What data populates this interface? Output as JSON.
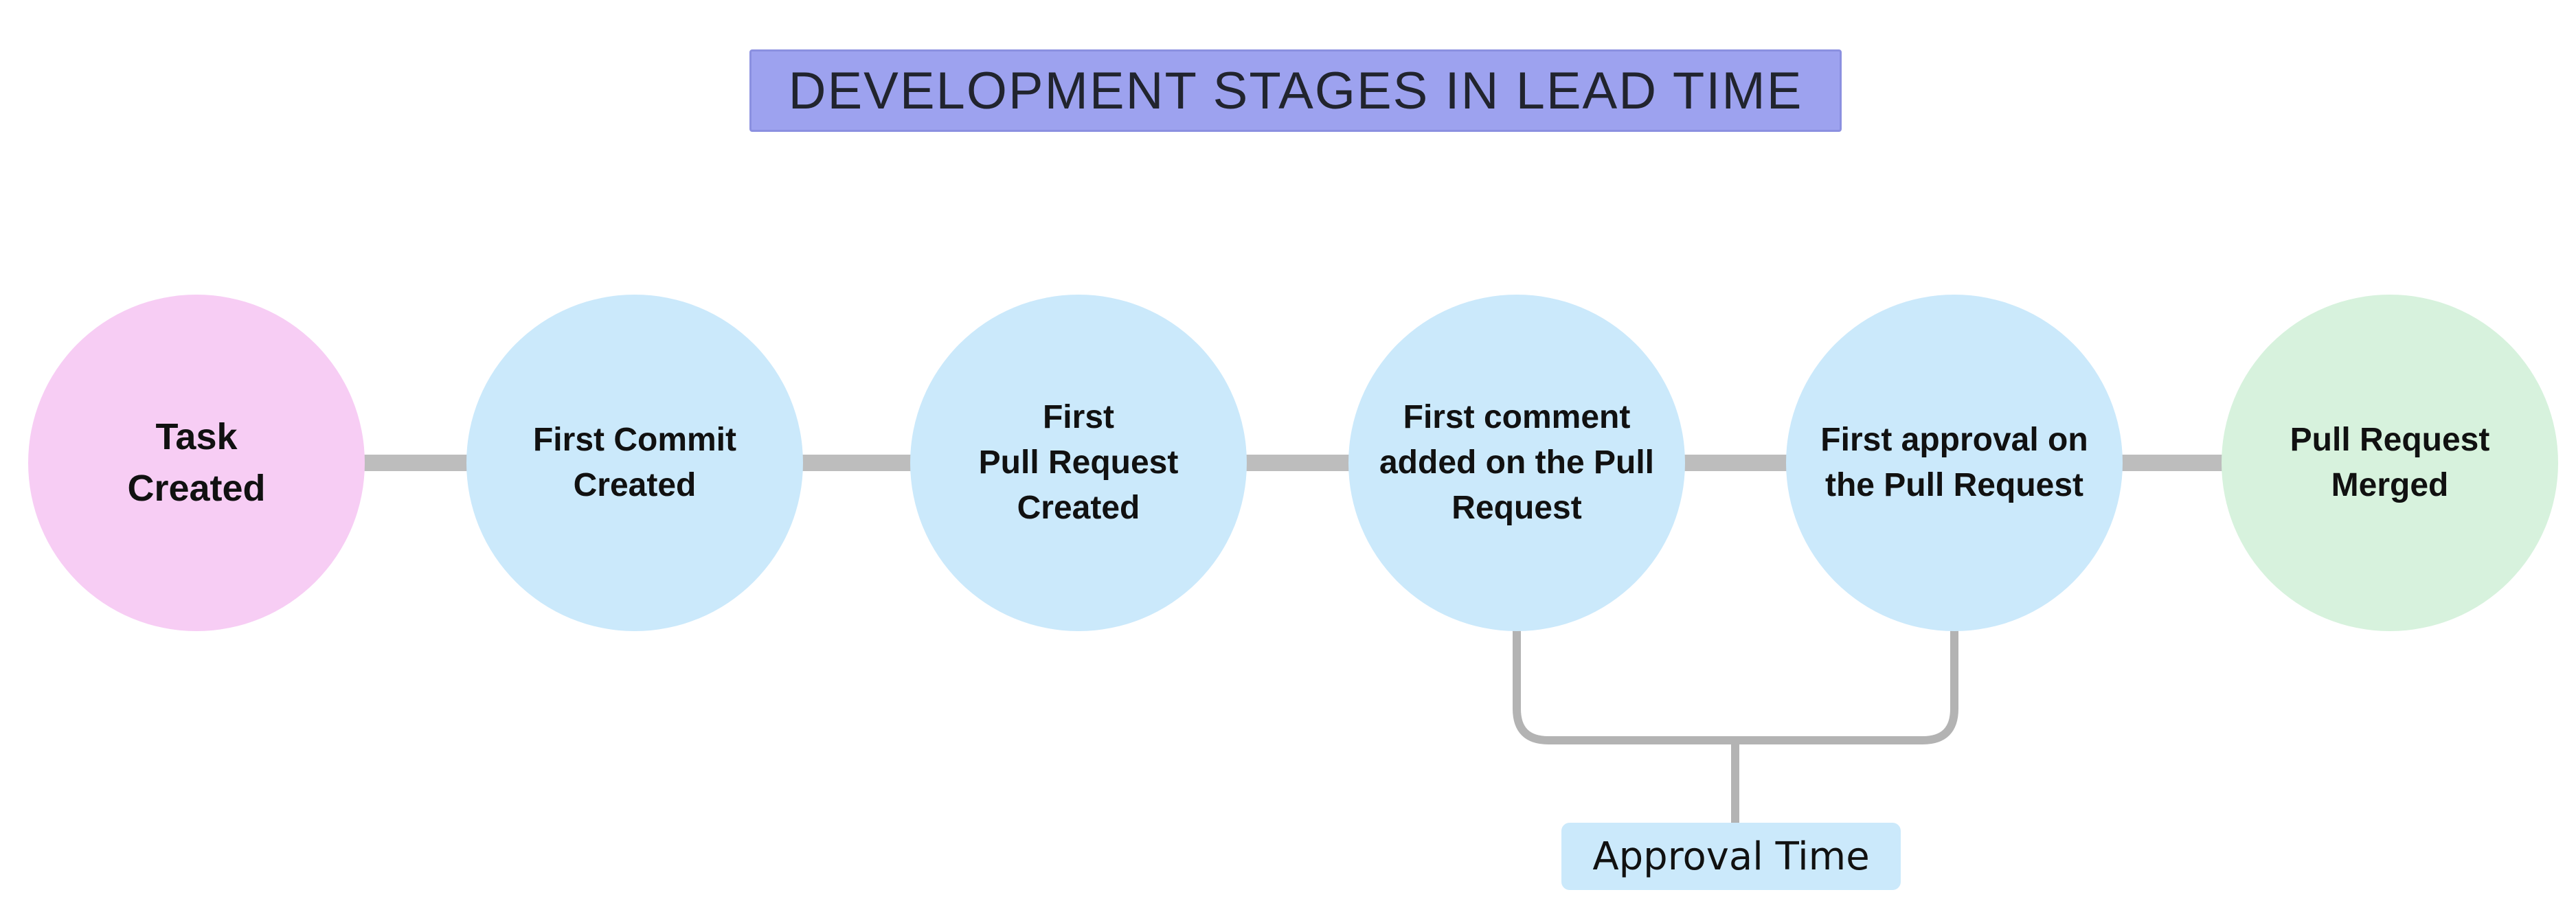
{
  "title": "DEVELOPMENT STAGES IN LEAD TIME",
  "stages": [
    {
      "label": "Task\nCreated",
      "color": "#f7cdf4"
    },
    {
      "label": "First Commit\nCreated",
      "color": "#cbe9fb"
    },
    {
      "label": "First\nPull Request\nCreated",
      "color": "#cbe9fb"
    },
    {
      "label": "First comment\nadded on the Pull\nRequest",
      "color": "#cbe9fb"
    },
    {
      "label": "First approval on\nthe Pull Request",
      "color": "#cbe9fb"
    },
    {
      "label": "Pull Request\nMerged",
      "color": "#d7f2dd"
    }
  ],
  "annotation": {
    "label": "Approval Time",
    "bg": "#cbe9fb"
  },
  "colors": {
    "background": "#ffffff",
    "title-bg": "#9da2ef",
    "title-border": "#8b90e0",
    "title-text": "#21242e",
    "connector": "#bdbdbd",
    "bracket": "#b3b3b3",
    "label-text": "#111111"
  }
}
